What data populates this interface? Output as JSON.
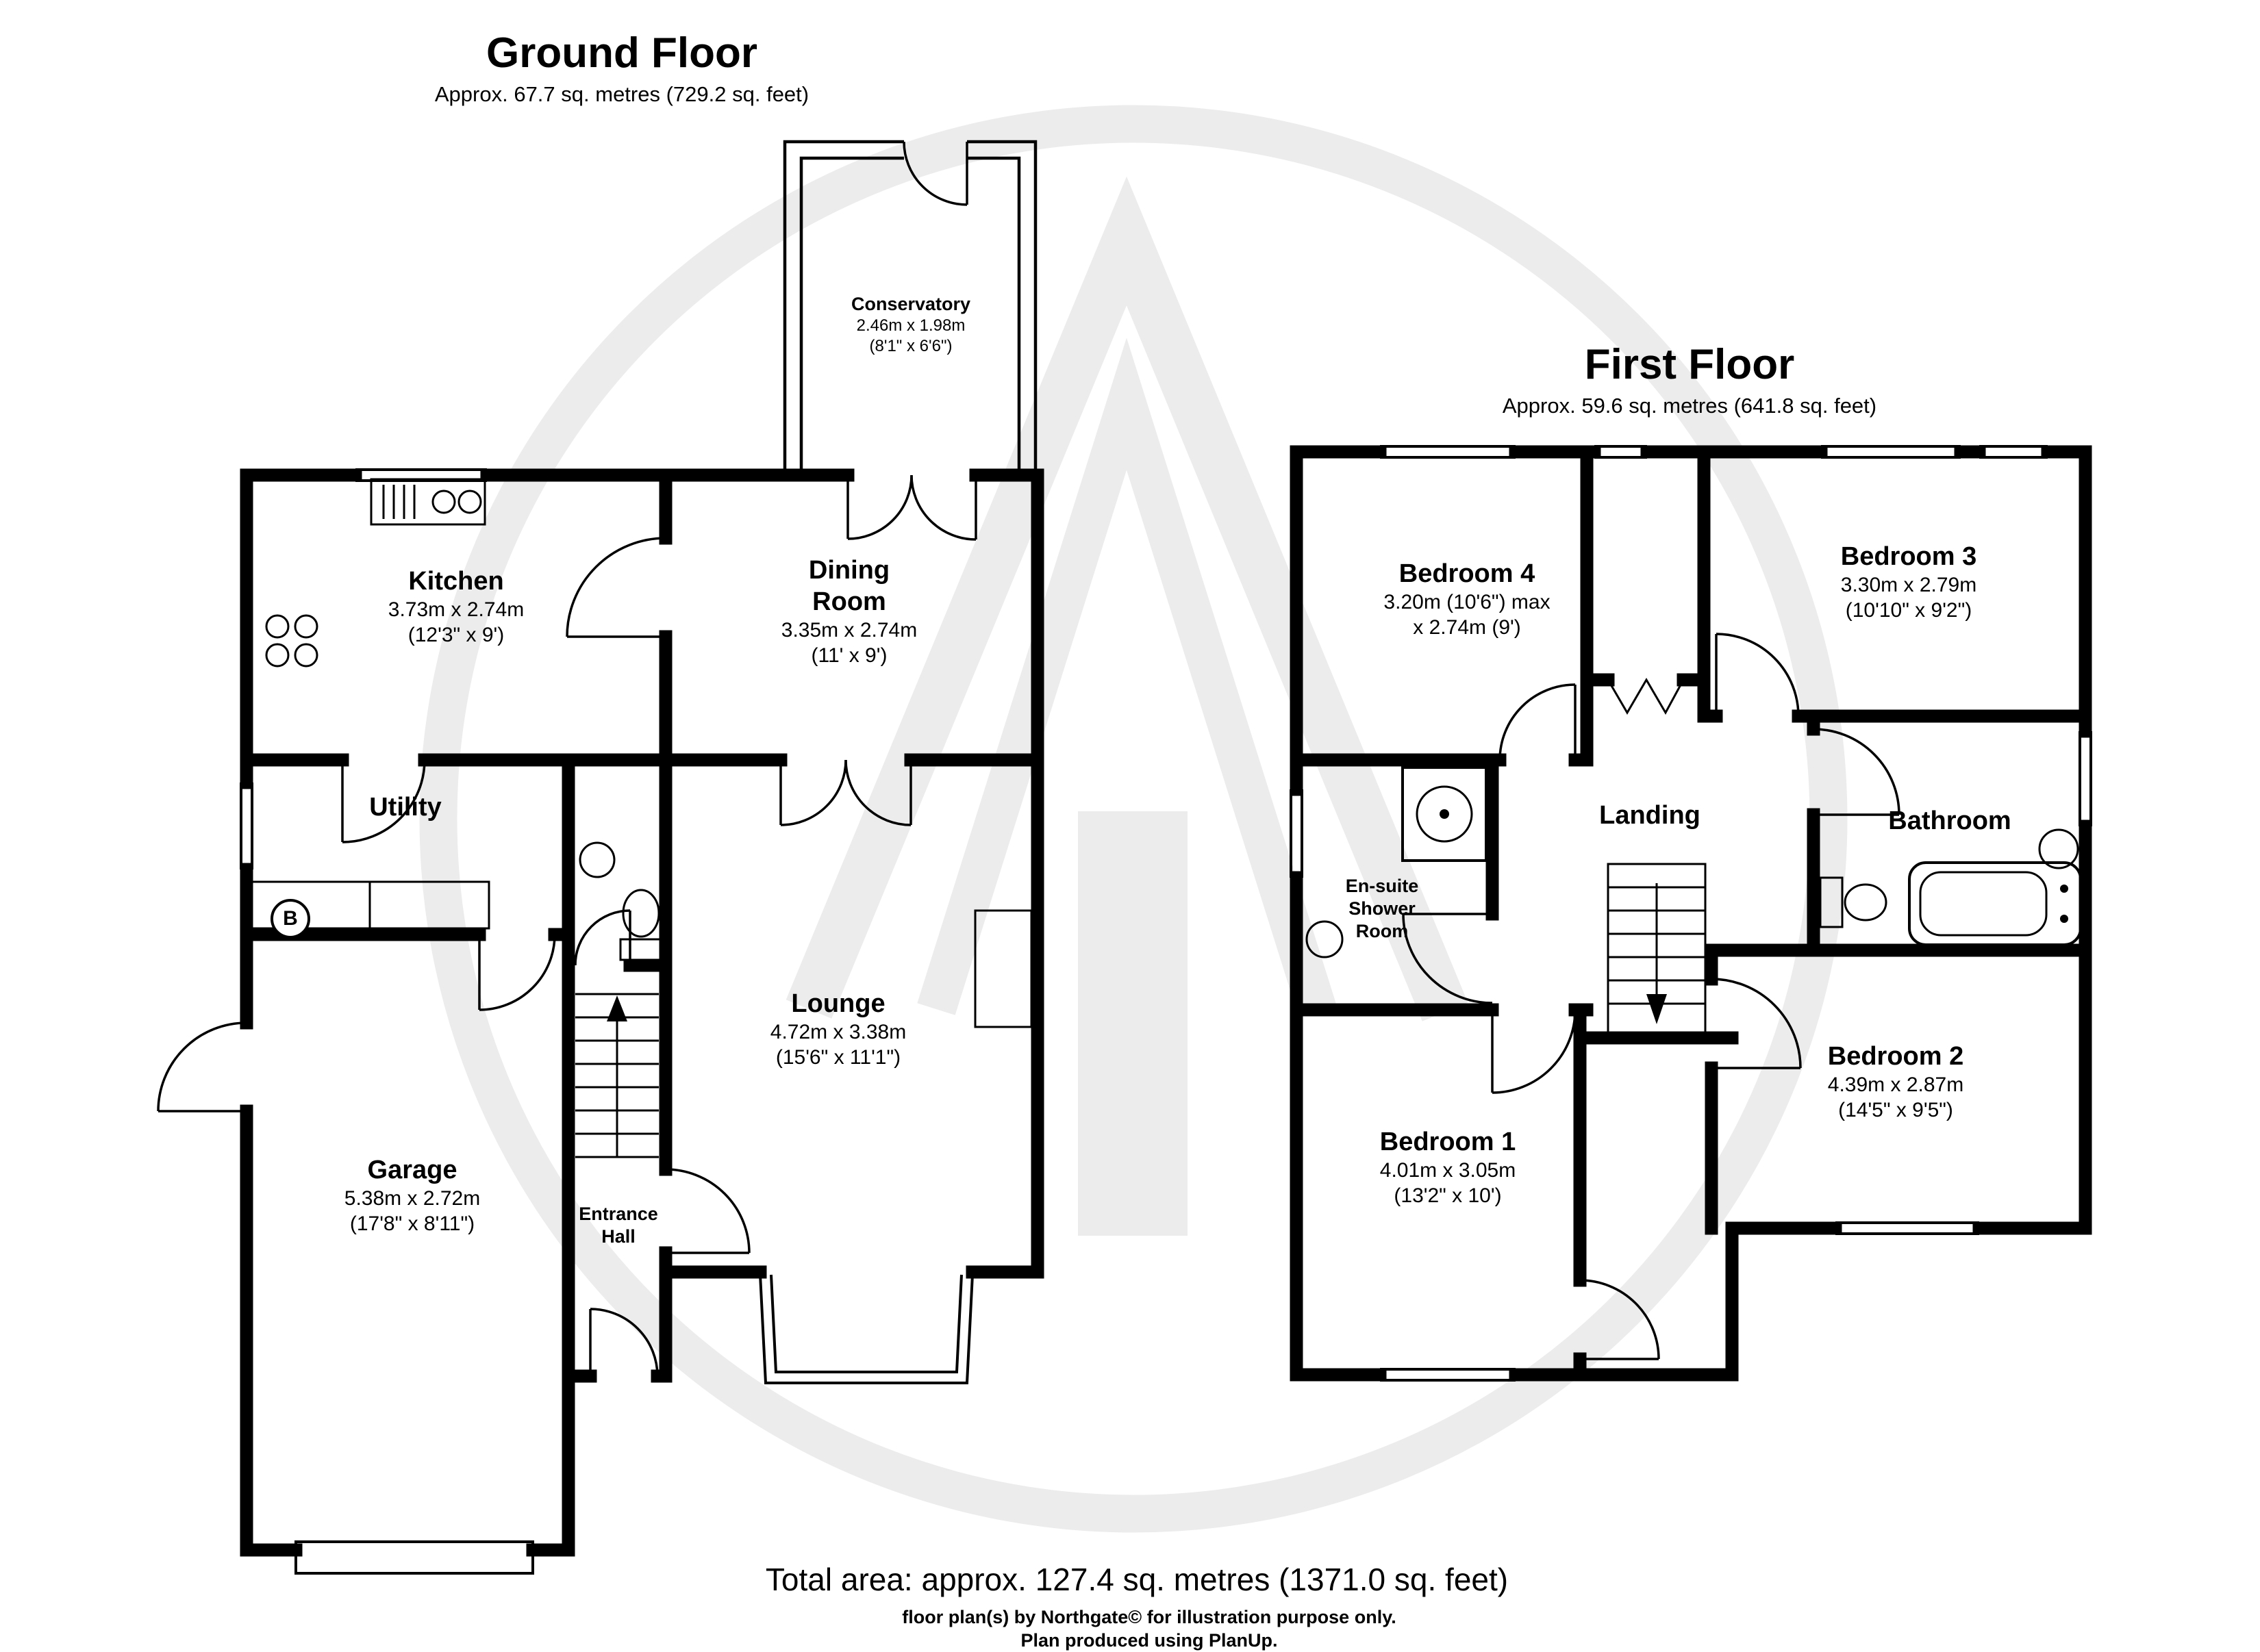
{
  "ground_floor": {
    "title": "Ground Floor",
    "subtitle": "Approx. 67.7 sq. metres (729.2 sq. feet)",
    "rooms": {
      "conservatory": {
        "name": "Conservatory",
        "dims": "2.46m x 1.98m",
        "dims_imperial": "(8'1\" x 6'6\")"
      },
      "kitchen": {
        "name": "Kitchen",
        "dims": "3.73m x 2.74m",
        "dims_imperial": "(12'3\" x 9')"
      },
      "dining_room": {
        "name_line1": "Dining",
        "name_line2": "Room",
        "dims": "3.35m x 2.74m",
        "dims_imperial": "(11' x 9')"
      },
      "utility": {
        "name": "Utility"
      },
      "lounge": {
        "name": "Lounge",
        "dims": "4.72m x 3.38m",
        "dims_imperial": "(15'6\" x 11'1\")"
      },
      "garage": {
        "name": "Garage",
        "dims": "5.38m x 2.72m",
        "dims_imperial": "(17'8\" x 8'11\")"
      },
      "entrance_hall": {
        "name_line1": "Entrance",
        "name_line2": "Hall"
      },
      "boiler": {
        "label": "B"
      }
    }
  },
  "first_floor": {
    "title": "First Floor",
    "subtitle": "Approx. 59.6 sq. metres (641.8 sq. feet)",
    "rooms": {
      "bedroom4": {
        "name": "Bedroom 4",
        "dims_line1": "3.20m (10'6\") max",
        "dims_line2": "x 2.74m (9')"
      },
      "bedroom3": {
        "name": "Bedroom 3",
        "dims": "3.30m x 2.79m",
        "dims_imperial": "(10'10\" x 9'2\")"
      },
      "landing": {
        "name": "Landing"
      },
      "ensuite": {
        "name_line1": "En-suite",
        "name_line2": "Shower",
        "name_line3": "Room"
      },
      "bathroom": {
        "name": "Bathroom"
      },
      "bedroom2": {
        "name": "Bedroom 2",
        "dims": "4.39m x 2.87m",
        "dims_imperial": "(14'5\" x 9'5\")"
      },
      "bedroom1": {
        "name": "Bedroom 1",
        "dims": "4.01m x 3.05m",
        "dims_imperial": "(13'2\" x 10')"
      }
    }
  },
  "footer": {
    "total_area": "Total area: approx. 127.4 sq. metres (1371.0 sq. feet)",
    "disclaimer": "floor plan(s) by Northgate© for illustration purpose only.",
    "produced_with": "Plan produced using PlanUp."
  }
}
